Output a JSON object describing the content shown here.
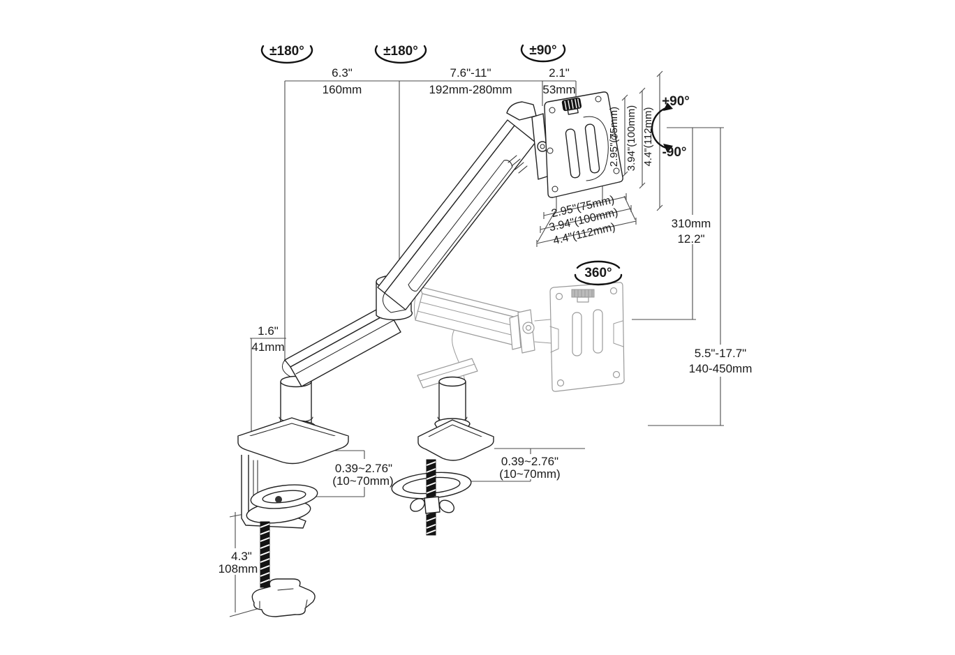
{
  "diagram": {
    "title": "gas-spring monitor arm mounting diagram",
    "colors": {
      "background": "#ffffff",
      "line": "#222222",
      "ghost_line": "#9a9a9a",
      "dimension_line": "#4a4a4a",
      "text": "#1a1a1a",
      "dark_fill": "#141414"
    }
  },
  "labels": {
    "badge_base_swivel": "±180°",
    "badge_elbow_swivel": "±180°",
    "badge_head_swivel": "±90°",
    "badge_vesa_rotation": "360°",
    "tilt_up": "+90°",
    "tilt_down": "-90°"
  },
  "dims": {
    "rear_arm_in": "6.3\"",
    "rear_arm_mm": "160mm",
    "front_arm_in": "7.6\"-11\"",
    "front_arm_mm": "192mm-280mm",
    "head_in": "2.1\"",
    "head_mm": "53mm",
    "offset_in": "1.6\"",
    "offset_mm": "41mm",
    "travel_mm": "310mm",
    "travel_in": "12.2\"",
    "height_in": "5.5\"-17.7\"",
    "height_mm": "140-450mm",
    "clamp_left_in": "0.39~2.76\"",
    "clamp_left_mm": "(10~70mm)",
    "grommet_in": "0.39~2.76\"",
    "grommet_mm": "(10~70mm)",
    "clamp_height_in": "4.3\"",
    "clamp_height_mm": "108mm",
    "vesa_vertical": [
      "2.95\"(75mm)",
      "3.94\"(100mm)",
      "4.4\"(112mm)"
    ],
    "vesa_horizontal": [
      "2.95\"(75mm)",
      "3.94\"(100mm)",
      "4.4\"(112mm)"
    ]
  }
}
